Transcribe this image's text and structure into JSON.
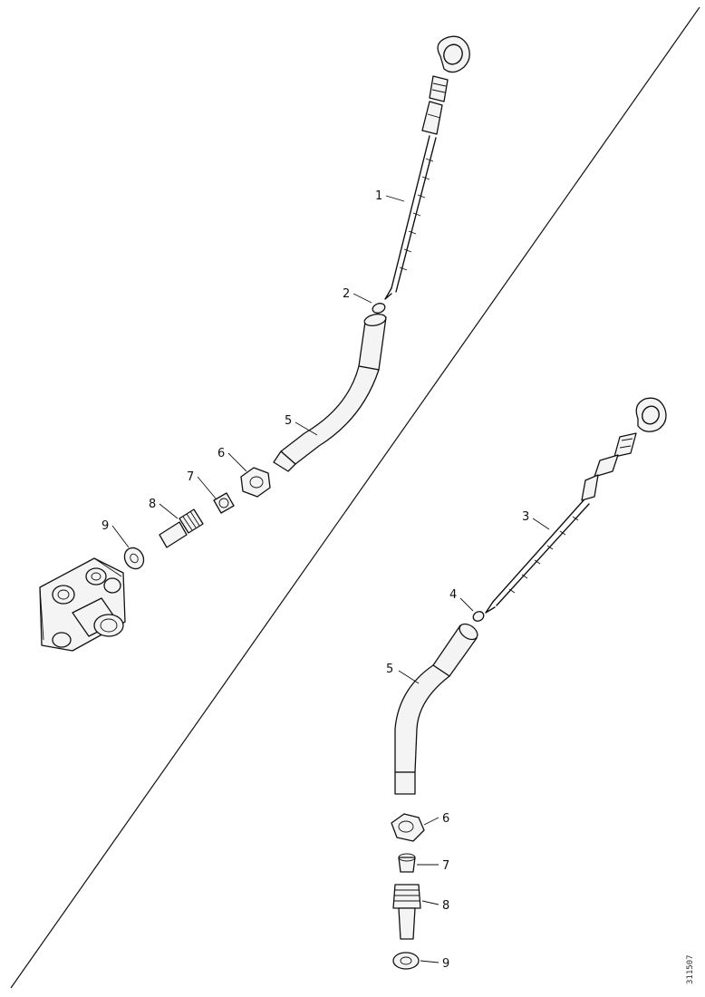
{
  "diagram": {
    "reference_code": "311507",
    "callouts_upper": [
      {
        "id": "c1",
        "text": "1"
      },
      {
        "id": "c2",
        "text": "2"
      },
      {
        "id": "c5a",
        "text": "5"
      },
      {
        "id": "c6a",
        "text": "6"
      },
      {
        "id": "c7a",
        "text": "7"
      },
      {
        "id": "c8a",
        "text": "8"
      },
      {
        "id": "c9a",
        "text": "9"
      }
    ],
    "callouts_lower": [
      {
        "id": "c3",
        "text": "3"
      },
      {
        "id": "c4",
        "text": "4"
      },
      {
        "id": "c5b",
        "text": "5"
      },
      {
        "id": "c6b",
        "text": "6"
      },
      {
        "id": "c7b",
        "text": "7"
      },
      {
        "id": "c8b",
        "text": "8"
      },
      {
        "id": "c9b",
        "text": "9"
      }
    ]
  }
}
